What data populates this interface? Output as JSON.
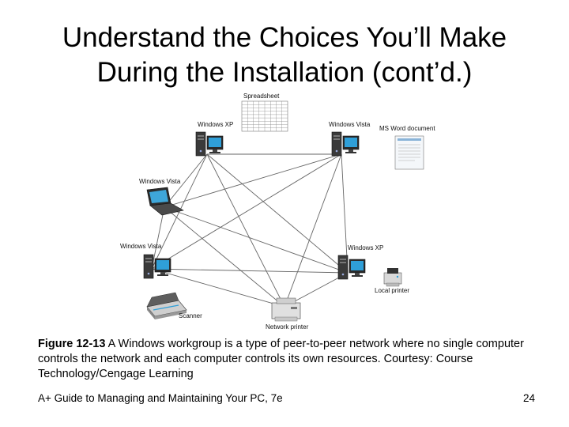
{
  "slide": {
    "title_line1": "Understand the Choices You’ll Make",
    "title_line2": "During the Installation (cont’d.)",
    "caption_bold": "Figure 12-13",
    "caption_text": " A Windows workgroup is a type of peer-to-peer network where no single computer controls the network and each computer controls its own resources. Courtesy: Course Technology/Cengage Learning",
    "footer_left": "A+ Guide to Managing and Maintaining Your PC, 7e",
    "page_number": "24"
  },
  "diagram": {
    "nodes": [
      {
        "id": "xp-top",
        "label": "Windows XP",
        "kind": "desktop"
      },
      {
        "id": "vista-top",
        "label": "Windows Vista",
        "kind": "desktop"
      },
      {
        "id": "vista-laptop",
        "label": "Windows Vista",
        "kind": "laptop"
      },
      {
        "id": "vista-left",
        "label": "Windows Vista",
        "kind": "desktop"
      },
      {
        "id": "xp-right",
        "label": "Windows XP",
        "kind": "desktop"
      },
      {
        "id": "network-printer",
        "label": "Network printer",
        "kind": "printer"
      }
    ],
    "resources": [
      {
        "id": "spreadsheet",
        "label": "Spreadsheet",
        "kind": "spreadsheet"
      },
      {
        "id": "msword",
        "label": "MS Word document",
        "kind": "document"
      },
      {
        "id": "scanner",
        "label": "Scanner",
        "kind": "scanner"
      },
      {
        "id": "local-printer",
        "label": "Local printer",
        "kind": "printer"
      }
    ]
  }
}
